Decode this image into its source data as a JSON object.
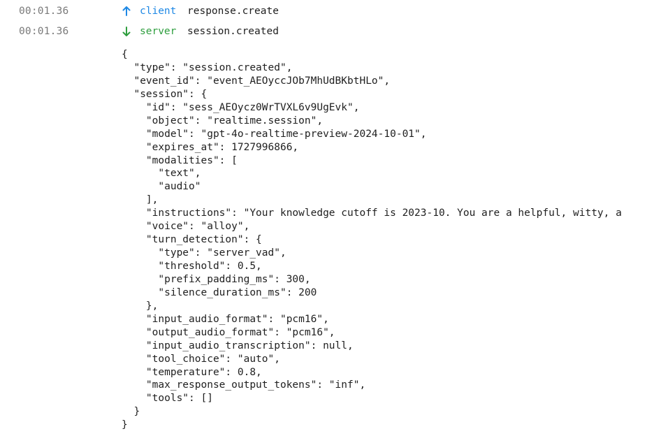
{
  "events": [
    {
      "timestamp": "00:01.36",
      "direction": "up",
      "direction_icon": "arrow-up-icon",
      "source": "client",
      "source_color": "#1e88e5",
      "name": "response.create"
    },
    {
      "timestamp": "00:01.36",
      "direction": "down",
      "direction_icon": "arrow-down-icon",
      "source": "server",
      "source_color": "#2e9e3e",
      "name": "session.created"
    }
  ],
  "payload_lines": [
    "{",
    "  \"type\": \"session.created\",",
    "  \"event_id\": \"event_AEOyccJOb7MhUdBKbtHLo\",",
    "  \"session\": {",
    "    \"id\": \"sess_AEOycz0WrTVXL6v9UgEvk\",",
    "    \"object\": \"realtime.session\",",
    "    \"model\": \"gpt-4o-realtime-preview-2024-10-01\",",
    "    \"expires_at\": 1727996866,",
    "    \"modalities\": [",
    "      \"text\",",
    "      \"audio\"",
    "    ],",
    "    \"instructions\": \"Your knowledge cutoff is 2023-10. You are a helpful, witty, a",
    "    \"voice\": \"alloy\",",
    "    \"turn_detection\": {",
    "      \"type\": \"server_vad\",",
    "      \"threshold\": 0.5,",
    "      \"prefix_padding_ms\": 300,",
    "      \"silence_duration_ms\": 200",
    "    },",
    "    \"input_audio_format\": \"pcm16\",",
    "    \"output_audio_format\": \"pcm16\",",
    "    \"input_audio_transcription\": null,",
    "    \"tool_choice\": \"auto\",",
    "    \"temperature\": 0.8,",
    "    \"max_response_output_tokens\": \"inf\",",
    "    \"tools\": []",
    "  }",
    "}"
  ]
}
